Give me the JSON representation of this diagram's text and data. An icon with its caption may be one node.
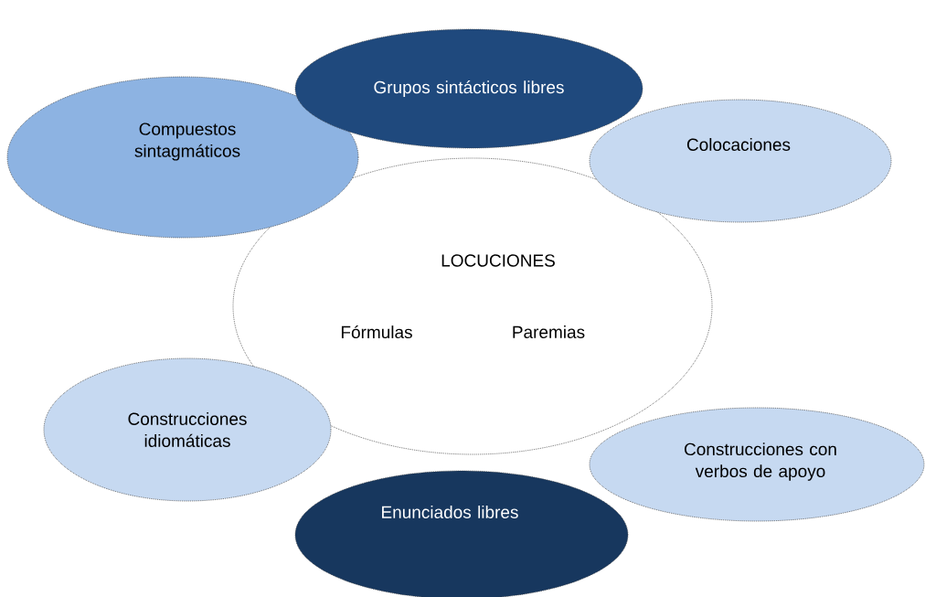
{
  "diagram": {
    "nodes": [
      {
        "text": [
          "Grupos sintácticos libres"
        ]
      },
      {
        "text": [
          "Compuestos sintagmáticos"
        ]
      },
      {
        "text": [
          "Colocaciones"
        ]
      },
      {
        "text": [
          "LOCUCIONES",
          "Fórmulas",
          "Paremias"
        ]
      },
      {
        "text": [
          "Construcciones idiomáticas"
        ]
      },
      {
        "text": [
          "Construcciones con verbos de apoyo"
        ]
      },
      {
        "text": [
          "Enunciados libres"
        ]
      }
    ]
  }
}
